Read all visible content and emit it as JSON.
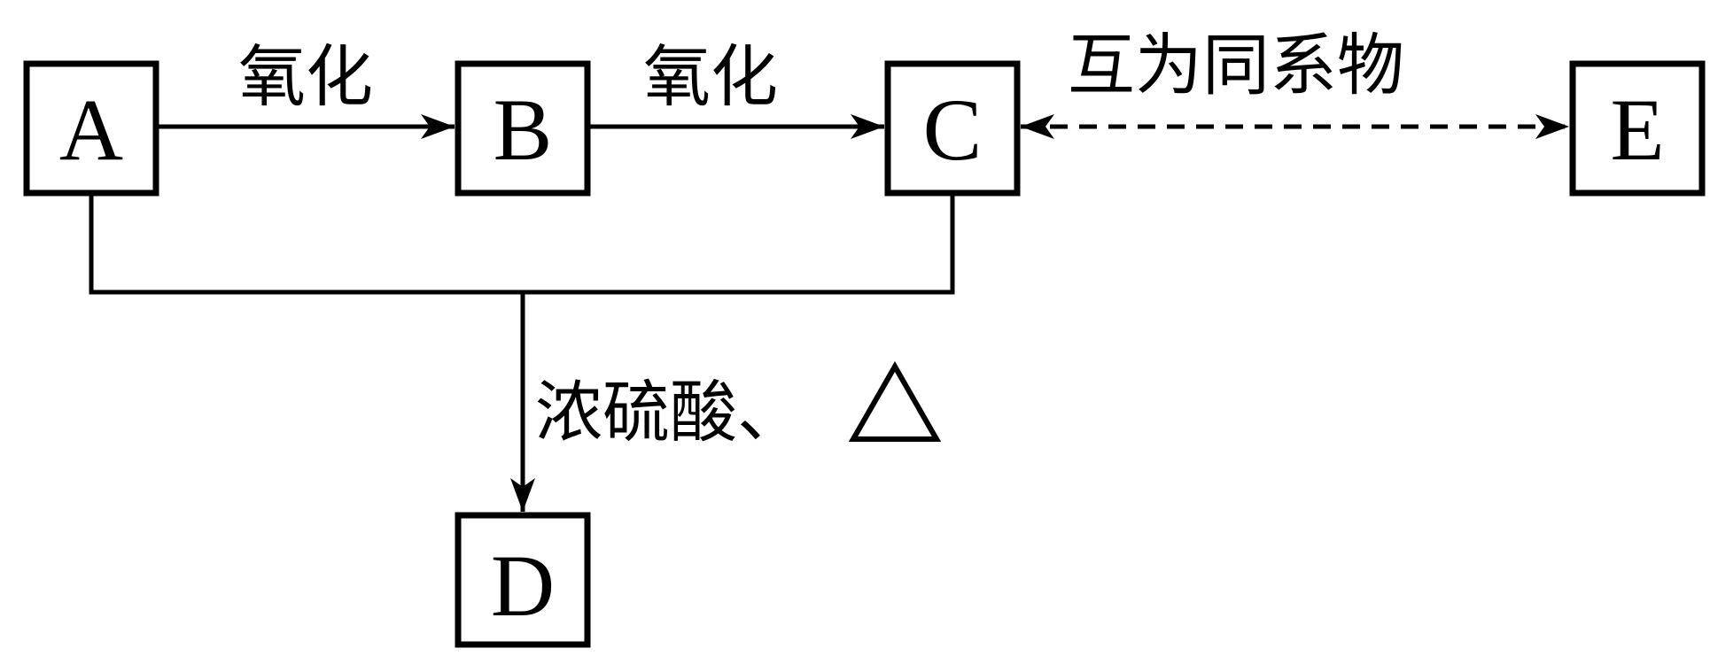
{
  "nodes": {
    "a": "A",
    "b": "B",
    "c": "C",
    "d": "D",
    "e": "E"
  },
  "edges": {
    "a_to_b": "氧化",
    "b_to_c": "氧化",
    "c_to_e": "互为同系物",
    "ac_to_d": "浓硫酸、"
  },
  "symbols": {
    "heat": "triangle-heat-symbol"
  },
  "colors": {
    "stroke": "#000000",
    "background": "#ffffff"
  }
}
